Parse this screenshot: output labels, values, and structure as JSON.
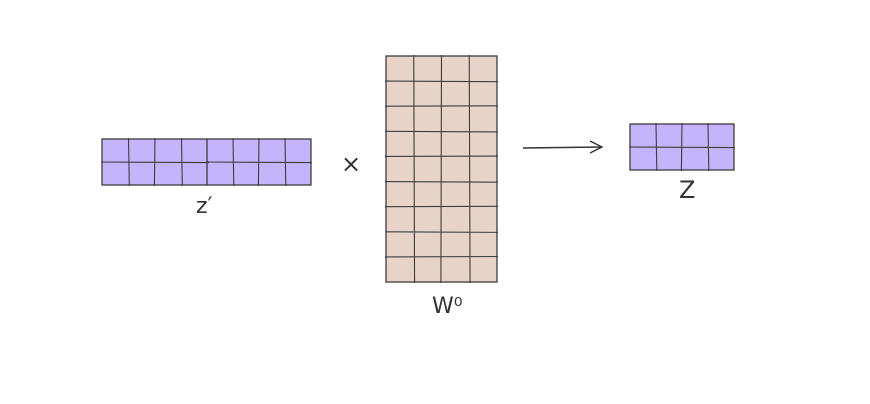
{
  "diagram": {
    "labels": {
      "z_prime": "z′",
      "w_o": "W⁰",
      "z": "Z",
      "multiply": "×"
    },
    "matrices": {
      "z_prime": {
        "rows": 2,
        "cols": 8,
        "fill": "#c3b4fb"
      },
      "w_o": {
        "rows": 9,
        "cols": 4,
        "fill": "#e7d3c8"
      },
      "z": {
        "rows": 2,
        "cols": 4,
        "fill": "#c3b4fb"
      }
    },
    "colors": {
      "stroke": "#3d3d3d",
      "arrow": "#333333"
    }
  }
}
